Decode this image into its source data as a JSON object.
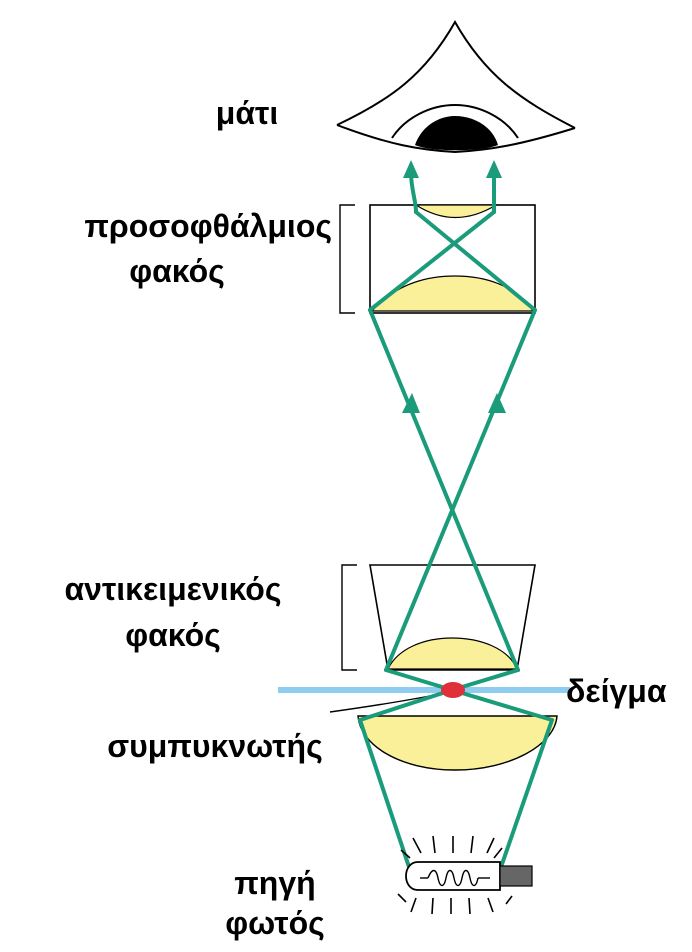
{
  "labels": {
    "eye": "μάτι",
    "eyepiece_line1": "προσοφθάλμιος",
    "eyepiece_line2": "φακός",
    "objective_line1": "αντικειμενικός",
    "objective_line2": "φακός",
    "specimen": "δείγμα",
    "condenser": "συμπυκνωτής",
    "light_source_line1": "πηγή",
    "light_source_line2": "φωτός"
  },
  "colors": {
    "ray": "#1a9b7a",
    "lens_fill": "#fbf09a",
    "stage": "#8ecdf0",
    "specimen_dot": "#e0303a",
    "outline": "#000000"
  }
}
